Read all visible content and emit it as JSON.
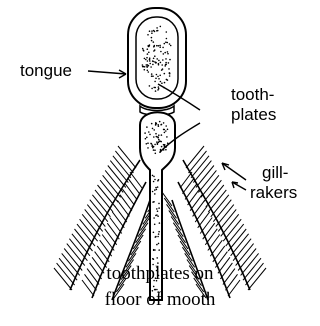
{
  "labels": {
    "tongue": "tongue",
    "toothplates_line1": "tooth-",
    "toothplates_line2": "plates",
    "gillrakers_line1": "gill-",
    "gillrakers_line2": "rakers"
  },
  "caption": {
    "line1": "toothplates on",
    "line2": "floor of mooth"
  }
}
